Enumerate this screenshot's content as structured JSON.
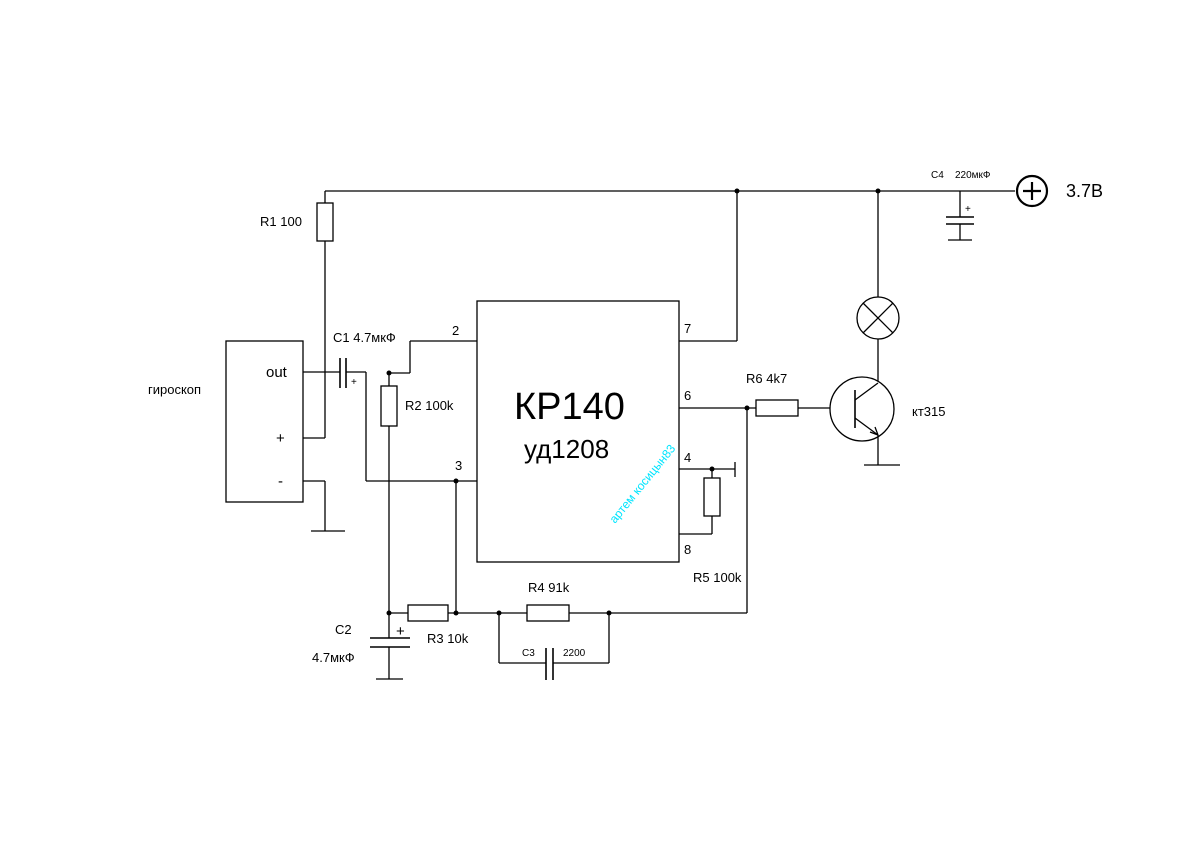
{
  "sensor": {
    "name": "гироскоп",
    "pin_out": "out",
    "pin_plus": "+",
    "pin_minus": "-"
  },
  "ic": {
    "line1": "КР140",
    "line2": "уд1208",
    "pins": {
      "p2": "2",
      "p3": "3",
      "p4": "4",
      "p6": "6",
      "p7": "7",
      "p8": "8"
    }
  },
  "components": {
    "r1": "R1 100",
    "r2": "R2 100k",
    "r3": "R3 10k",
    "r4": "R4 91k",
    "r5": "R5 100k",
    "r6": "R6 4k7",
    "c1": "C1 4.7мкФ",
    "c1_polarity": "+",
    "c2_name": "C2",
    "c2_value": "4.7мкФ",
    "c2_polarity": "+",
    "c3_name": "C3",
    "c3_value": "2200",
    "c4_name": "C4",
    "c4_value": "220мкФ",
    "c4_polarity": "+",
    "transistor": "кт315"
  },
  "power": {
    "symbol": "+",
    "voltage": "3.7В"
  },
  "watermark": "артем косицын83"
}
